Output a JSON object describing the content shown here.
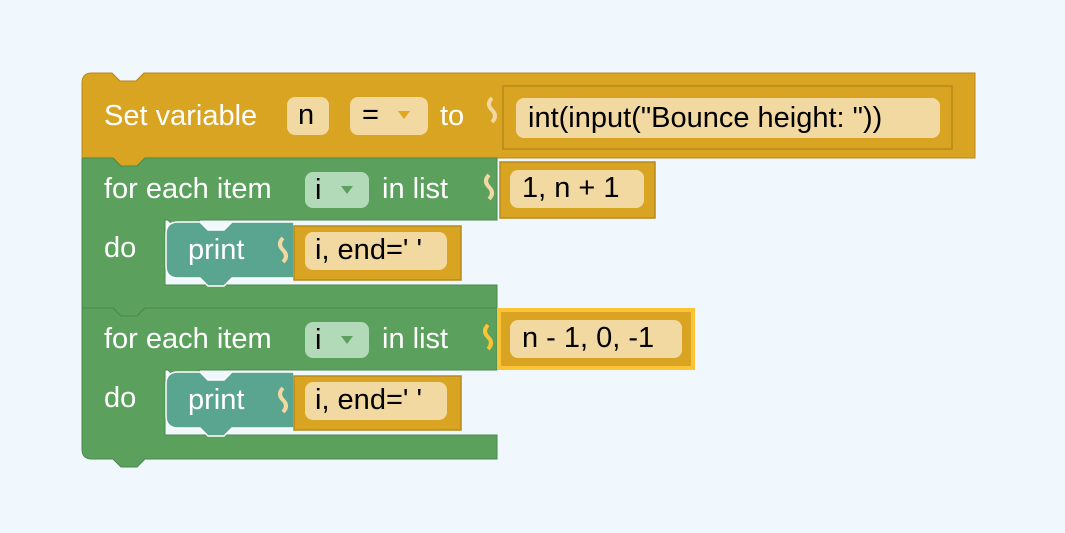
{
  "set_block": {
    "label_set": "Set variable",
    "var_name": "n",
    "operator": "=",
    "label_to": "to",
    "value": "int(input(\"Bounce height: \"))"
  },
  "loop1": {
    "label_for": "for each item",
    "var": "i",
    "label_in_list": "in list",
    "list_value": "1, n + 1",
    "label_do": "do",
    "print_label": "print",
    "print_arg": "i, end=' '"
  },
  "loop2": {
    "label_for": "for each item",
    "var": "i",
    "label_in_list": "in list",
    "list_value": "n - 1, 0, -1",
    "label_do": "do",
    "print_label": "print",
    "print_arg": "i, end=' '"
  },
  "colors": {
    "variables_block": "#d9a422",
    "loop_block": "#5ba05c",
    "print_block": "#5aa58f",
    "value_field": "#f2d9a1",
    "dropdown_field": "#b3dab8",
    "selection_highlight": "#fcc335",
    "background": "#f0f7fd"
  }
}
